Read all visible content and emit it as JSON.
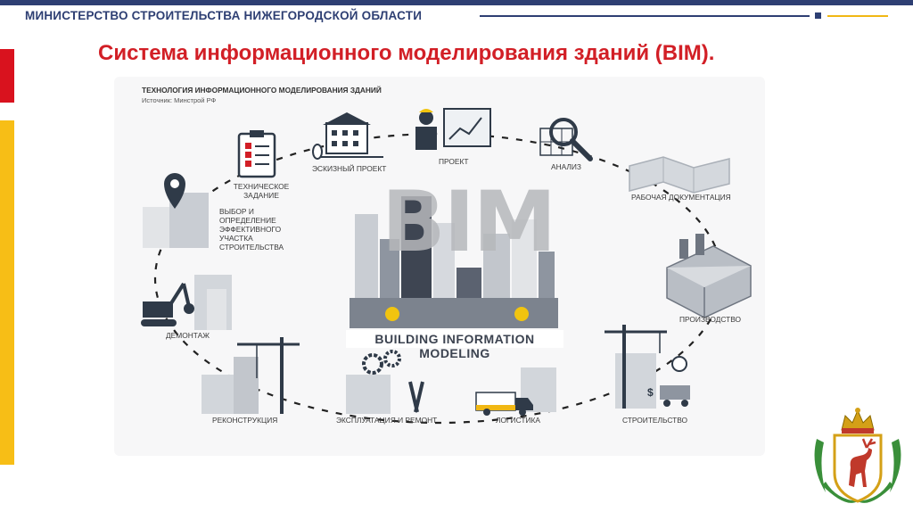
{
  "header": {
    "organization": "МИНИСТЕРСТВО СТРОИТЕЛЬСТВА НИЖЕГОРОДСКОЙ ОБЛАСТИ",
    "slide_title": "Система информационного моделирования зданий (BIM)."
  },
  "diagram": {
    "title": "ТЕХНОЛОГИЯ ИНФОРМАЦИОННОГО МОДЕЛИРОВАНИЯ ЗДАНИЙ",
    "source": "Источник: Минстрой РФ",
    "center_word": "BIM",
    "center_banner": "BUILDING INFORMATION MODELING",
    "stages": {
      "sketch": "ЭСКИЗНЫЙ ПРОЕКТ",
      "project": "ПРОЕКТ",
      "analysis": "АНАЛИЗ",
      "working_docs": "РАБОЧАЯ ДОКУМЕНТАЦИЯ",
      "production": "ПРОИЗВОДСТВО",
      "construction": "СТРОИТЕЛЬСТВО",
      "logistics": "ЛОГИСТИКА",
      "operation": "ЭКСПЛУАТАЦИЯ И РЕМОНТ",
      "reconstruction": "РЕКОНСТРУКЦИЯ",
      "demolition": "ДЕМОНТАЖ",
      "site_selection": "ВЫБОР И ОПРЕДЕЛЕНИЕ ЭФФЕКТИВНОГО УЧАСТКА СТРОИТЕЛЬСТВА",
      "tech_spec": "ТЕХНИЧЕСКОЕ ЗАДАНИЕ"
    }
  },
  "colors": {
    "navy": "#2e3f73",
    "red": "#d21f26",
    "gold": "#f7be16",
    "icon_dark": "#2f3a48",
    "building_light": "#c9cdd3"
  }
}
